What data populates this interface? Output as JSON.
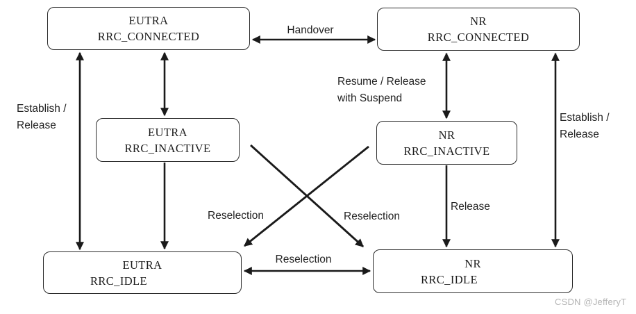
{
  "diagram": {
    "nodes": [
      {
        "id": "eutra-rrc-connected",
        "line1": "EUTRA",
        "line2": "RRC_CONNECTED"
      },
      {
        "id": "nr-rrc-connected",
        "line1": "NR",
        "line2": "RRC_CONNECTED"
      },
      {
        "id": "eutra-rrc-inactive",
        "line1": "EUTRA",
        "line2": "RRC_INACTIVE"
      },
      {
        "id": "nr-rrc-inactive",
        "line1": "NR",
        "line2": "RRC_INACTIVE"
      },
      {
        "id": "eutra-rrc-idle",
        "line1": "EUTRA",
        "line2": "RRC_IDLE"
      },
      {
        "id": "nr-rrc-idle",
        "line1": "NR",
        "line2": "RRC_IDLE"
      }
    ],
    "edges": [
      {
        "id": "handover",
        "from": "eutra-rrc-connected",
        "to": "nr-rrc-connected",
        "bidirectional": true,
        "label": "Handover"
      },
      {
        "id": "establish-release-eutra",
        "from": "eutra-rrc-connected",
        "to": "eutra-rrc-idle",
        "bidirectional": true,
        "label_line1": "Establish /",
        "label_line2": "Release"
      },
      {
        "id": "eutra-connected-inactive",
        "from": "eutra-rrc-connected",
        "to": "eutra-rrc-inactive",
        "bidirectional": true,
        "label": ""
      },
      {
        "id": "eutra-inactive-to-idle",
        "from": "eutra-rrc-inactive",
        "to": "eutra-rrc-idle",
        "bidirectional": false,
        "label": ""
      },
      {
        "id": "resume-release-with-suspend",
        "from": "nr-rrc-connected",
        "to": "nr-rrc-inactive",
        "bidirectional": true,
        "label_line1": "Resume / Release",
        "label_line2": "with Suspend"
      },
      {
        "id": "establish-release-nr",
        "from": "nr-rrc-connected",
        "to": "nr-rrc-idle",
        "bidirectional": true,
        "label_line1": "Establish /",
        "label_line2": "Release"
      },
      {
        "id": "release-nr",
        "from": "nr-rrc-inactive",
        "to": "nr-rrc-idle",
        "bidirectional": false,
        "label": "Release"
      },
      {
        "id": "reselection-eutra-inactive-to-nr-idle",
        "from": "eutra-rrc-inactive",
        "to": "nr-rrc-idle",
        "bidirectional": false,
        "label": "Reselection"
      },
      {
        "id": "reselection-nr-inactive-to-eutra-idle",
        "from": "nr-rrc-inactive",
        "to": "eutra-rrc-idle",
        "bidirectional": false,
        "label": "Reselection"
      },
      {
        "id": "reselection-idle",
        "from": "eutra-rrc-idle",
        "to": "nr-rrc-idle",
        "bidirectional": true,
        "label": "Reselection"
      }
    ]
  },
  "watermark": "CSDN @JefferyT",
  "colors": {
    "line": "#1a1a1a",
    "box_border": "#2b2b2b",
    "text": "#1c1c1c",
    "label_text": "#222222",
    "watermark": "#b4b4b4",
    "background": "#ffffff"
  }
}
